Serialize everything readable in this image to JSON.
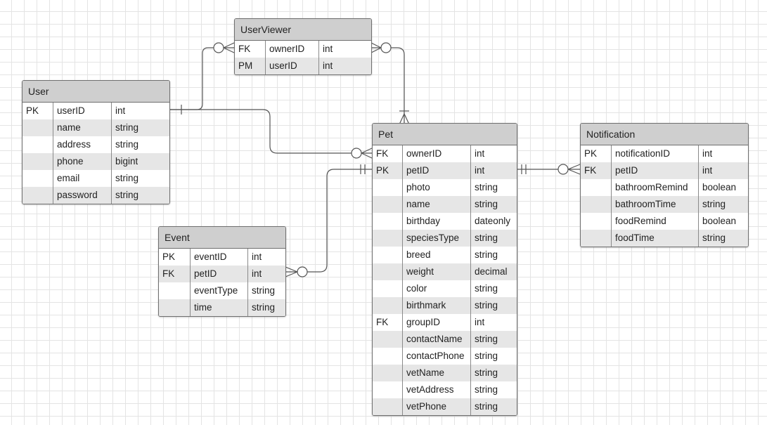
{
  "entities": [
    {
      "id": "user",
      "name": "User",
      "columns": [
        {
          "key": "PK",
          "name": "userID",
          "type": "int"
        },
        {
          "key": "",
          "name": "name",
          "type": "string"
        },
        {
          "key": "",
          "name": "address",
          "type": "string"
        },
        {
          "key": "",
          "name": "phone",
          "type": "bigint"
        },
        {
          "key": "",
          "name": "email",
          "type": "string"
        },
        {
          "key": "",
          "name": "password",
          "type": "string"
        }
      ]
    },
    {
      "id": "userviewer",
      "name": "UserViewer",
      "columns": [
        {
          "key": "FK",
          "name": "ownerID",
          "type": "int"
        },
        {
          "key": "PM",
          "name": "userID",
          "type": "int"
        }
      ]
    },
    {
      "id": "event",
      "name": "Event",
      "columns": [
        {
          "key": "PK",
          "name": "eventID",
          "type": "int"
        },
        {
          "key": "FK",
          "name": "petID",
          "type": "int"
        },
        {
          "key": "",
          "name": "eventType",
          "type": "string"
        },
        {
          "key": "",
          "name": "time",
          "type": "string"
        }
      ]
    },
    {
      "id": "pet",
      "name": "Pet",
      "columns": [
        {
          "key": "FK",
          "name": "ownerID",
          "type": "int"
        },
        {
          "key": "PK",
          "name": "petID",
          "type": "int"
        },
        {
          "key": "",
          "name": "photo",
          "type": "string"
        },
        {
          "key": "",
          "name": "name",
          "type": "string"
        },
        {
          "key": "",
          "name": "birthday",
          "type": "dateonly"
        },
        {
          "key": "",
          "name": "speciesType",
          "type": "string"
        },
        {
          "key": "",
          "name": "breed",
          "type": "string"
        },
        {
          "key": "",
          "name": "weight",
          "type": "decimal"
        },
        {
          "key": "",
          "name": "color",
          "type": "string"
        },
        {
          "key": "",
          "name": "birthmark",
          "type": "string"
        },
        {
          "key": "FK",
          "name": "groupID",
          "type": "int"
        },
        {
          "key": "",
          "name": "contactName",
          "type": "string"
        },
        {
          "key": "",
          "name": "contactPhone",
          "type": "string"
        },
        {
          "key": "",
          "name": "vetName",
          "type": "string"
        },
        {
          "key": "",
          "name": "vetAddress",
          "type": "string"
        },
        {
          "key": "",
          "name": "vetPhone",
          "type": "string"
        }
      ]
    },
    {
      "id": "notification",
      "name": "Notification",
      "columns": [
        {
          "key": "PK",
          "name": "notificationID",
          "type": "int"
        },
        {
          "key": "FK",
          "name": "petID",
          "type": "int"
        },
        {
          "key": "",
          "name": "bathroomRemind",
          "type": "boolean"
        },
        {
          "key": "",
          "name": "bathroomTime",
          "type": "string"
        },
        {
          "key": "",
          "name": "foodRemind",
          "type": "boolean"
        },
        {
          "key": "",
          "name": "foodTime",
          "type": "string"
        }
      ]
    }
  ],
  "relationships": [
    {
      "id": "user-userviewer",
      "from": "User",
      "to": "UserViewer",
      "from_end": "one",
      "to_end": "zero-or-many"
    },
    {
      "id": "userviewer-pet",
      "from": "UserViewer",
      "to": "Pet",
      "from_end": "zero-or-many",
      "to_end": "one-or-many"
    },
    {
      "id": "user-pet",
      "from": "User",
      "to": "Pet",
      "from_end": "one",
      "to_end": "zero-or-many"
    },
    {
      "id": "pet-event",
      "from": "Pet",
      "to": "Event",
      "from_end": "exactly-one",
      "to_end": "zero-or-many"
    },
    {
      "id": "pet-notification",
      "from": "Pet",
      "to": "Notification",
      "from_end": "exactly-one",
      "to_end": "zero-or-many"
    }
  ],
  "colors": {
    "header_bg": "#cfcfcf",
    "row_alt_bg": "#e6e6e6",
    "border": "#6f6f6f",
    "line": "#555555",
    "grid": "#e4e4e4"
  }
}
